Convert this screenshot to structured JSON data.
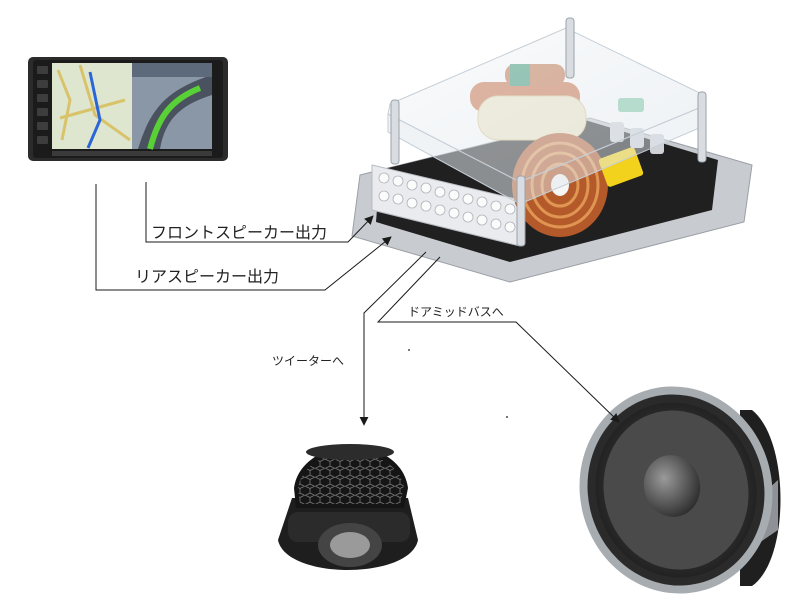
{
  "labels": {
    "front_output": "フロントスピーカー出力",
    "rear_output": "リアスピーカー出力",
    "to_door_midbass": "ドアミッドバスへ",
    "to_tweeter": "ツイーターへ"
  },
  "colors": {
    "line": "#1a1a1a",
    "background": "#ffffff"
  },
  "components": [
    "navigation-head-unit",
    "crossover-network",
    "tweeter",
    "door-midbass-speaker"
  ]
}
